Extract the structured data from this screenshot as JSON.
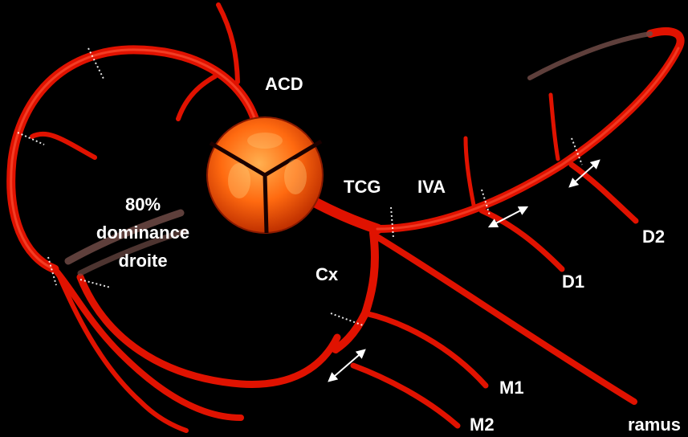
{
  "labels": {
    "acd": "ACD",
    "tcg": "TCG",
    "iva": "IVA",
    "cx": "Cx",
    "d1": "D1",
    "d2": "D2",
    "m1": "M1",
    "m2": "M2",
    "ramus": "ramus",
    "dominance_line1": "80%",
    "dominance_line2": "dominance",
    "dominance_line3": "droite"
  },
  "colors": {
    "background": "#000000",
    "vessel": "#e01200",
    "vessel_highlight": "#ff5a3c",
    "vessel_shadow": "#7a0600",
    "faded_vessel": "#6e4a45",
    "aortic_valve": "#ff6a10",
    "text": "#ffffff"
  },
  "icons": {
    "aortic_valve": "aortic-valve-icon",
    "segment_arrow": "double-headed-arrow-icon"
  }
}
